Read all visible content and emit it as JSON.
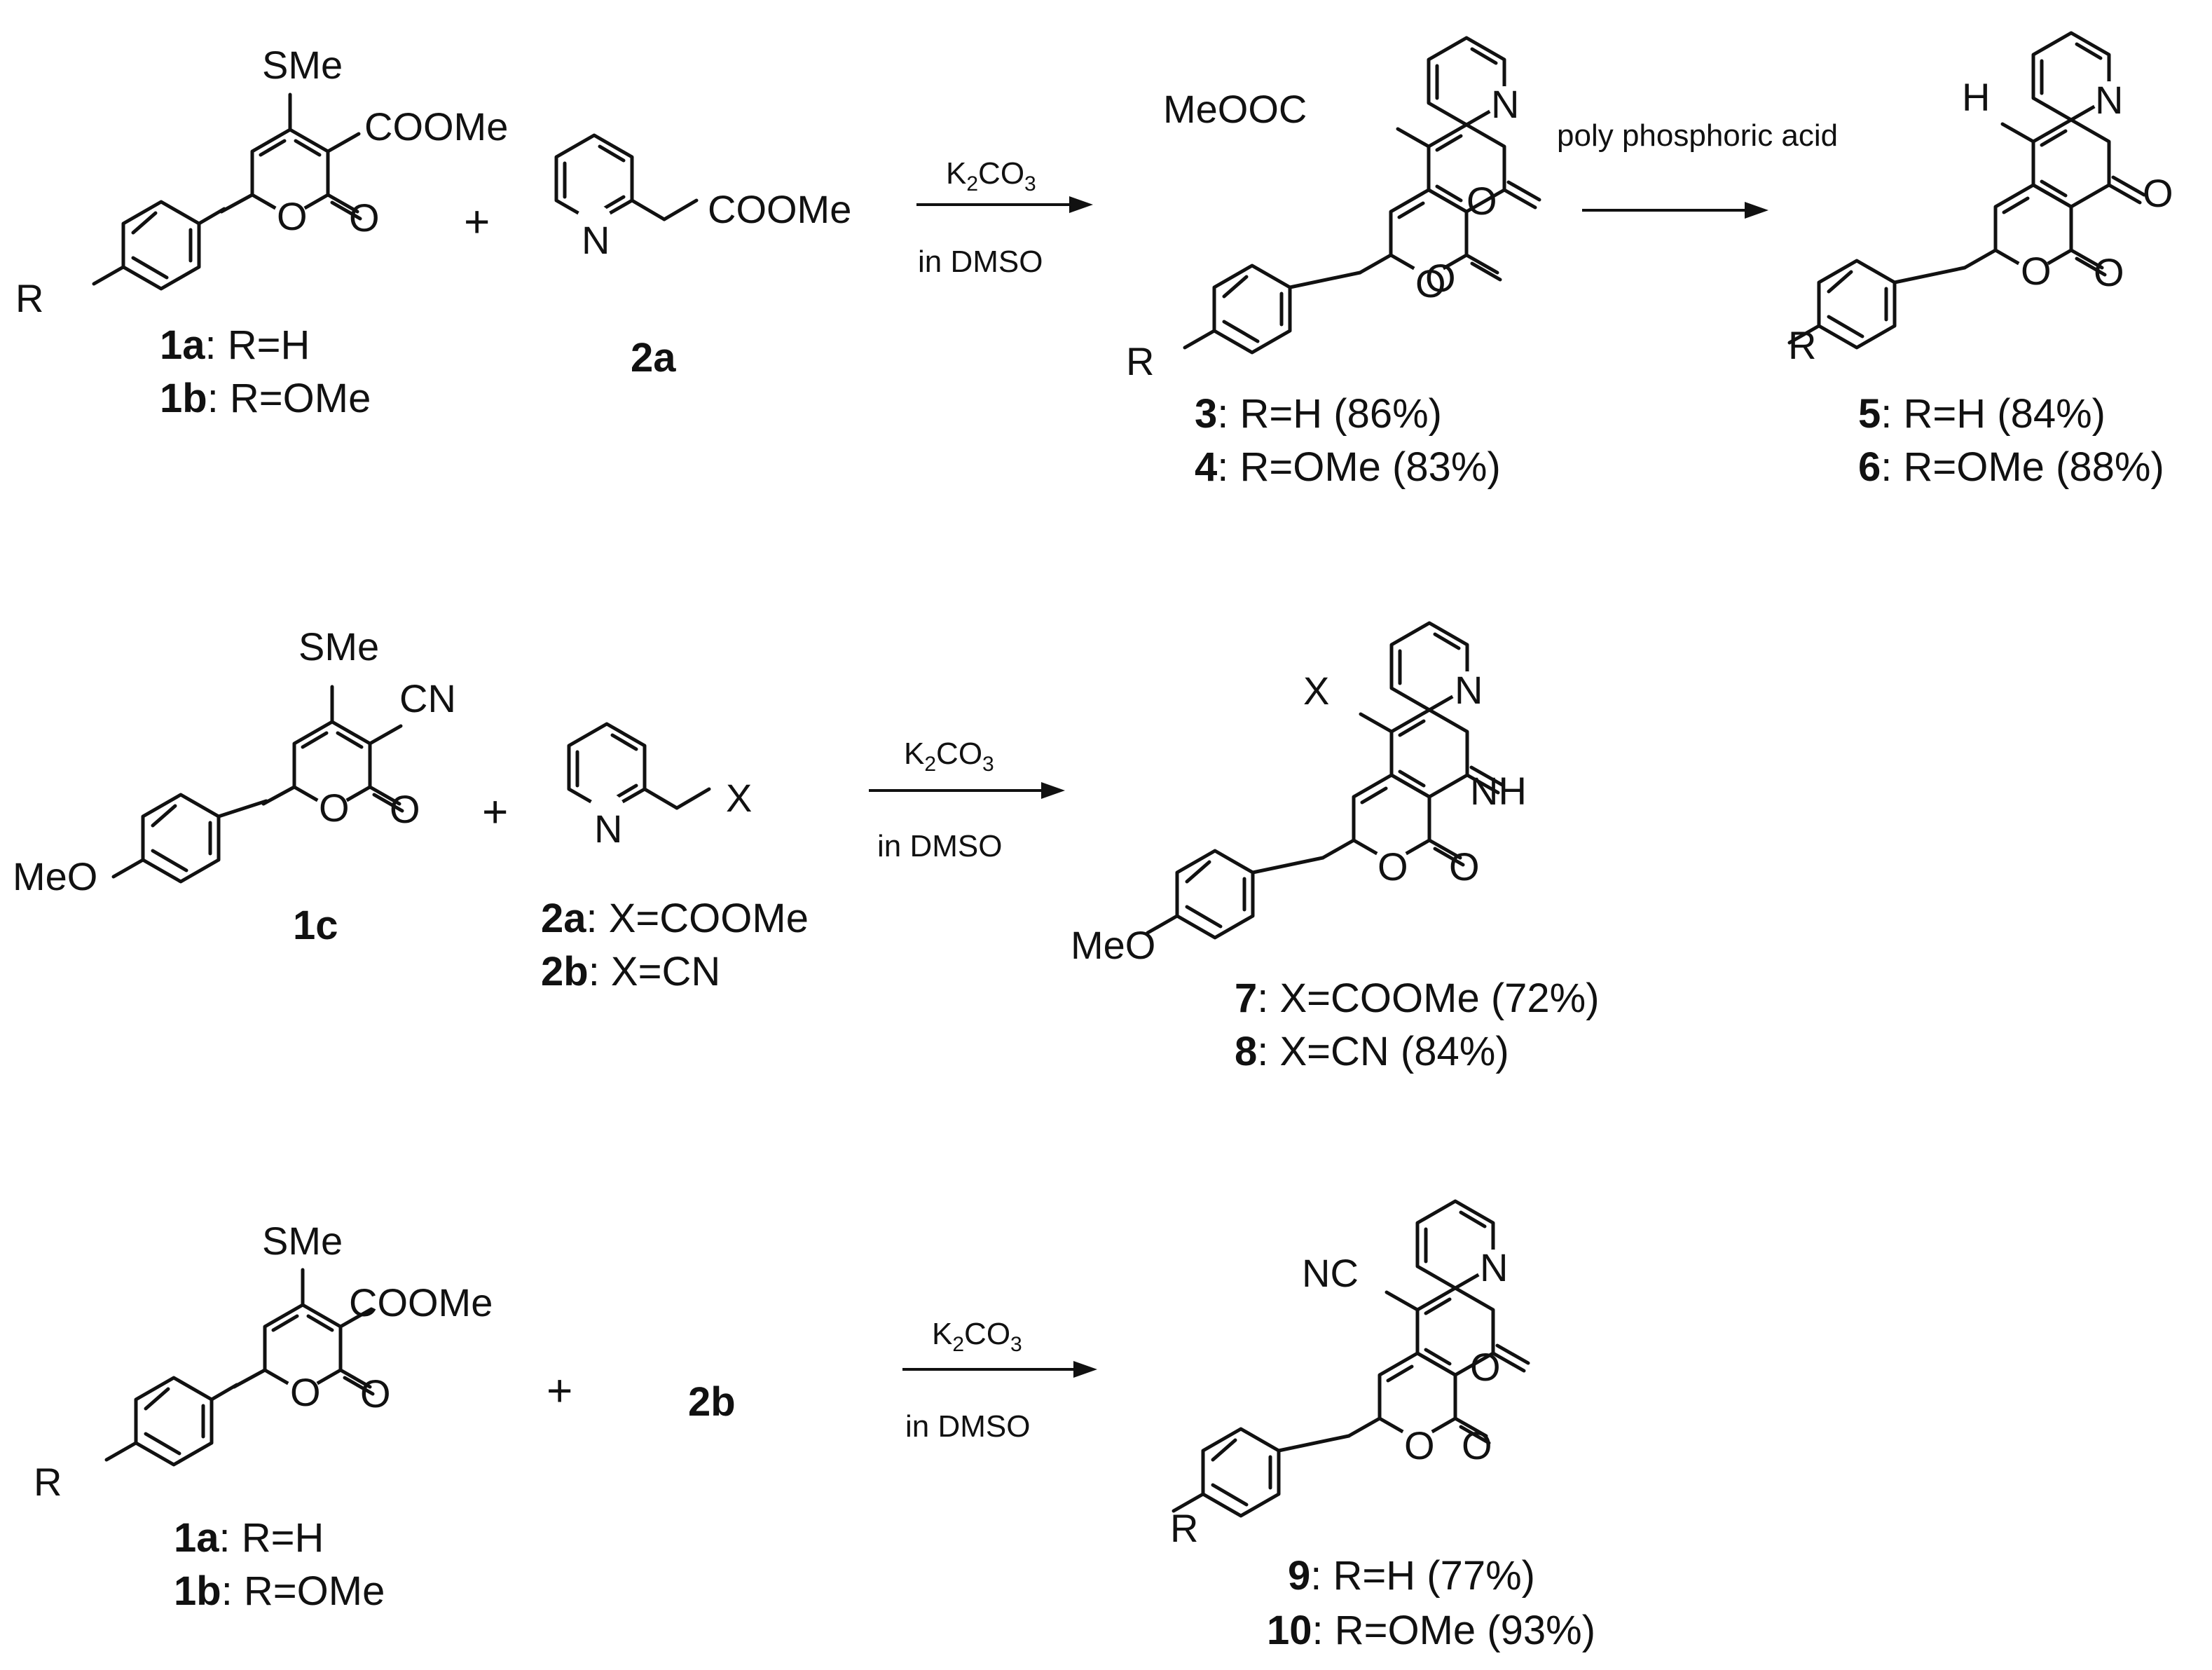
{
  "colors": {
    "ink": "#111111",
    "background": "#ffffff"
  },
  "atoms": {
    "SMe": "SMe",
    "COOMe": "COOMe",
    "O": "O",
    "N": "N",
    "R": "R",
    "MeOOC": "MeOOC",
    "H": "H",
    "X": "X",
    "NH": "NH",
    "MeO": "MeO",
    "CN": "CN",
    "NC": "NC",
    "plus": "+"
  },
  "conditions": {
    "base_k": "K",
    "base_sub2": "2",
    "base_co": "CO",
    "base_sub3": "3",
    "solvent": "in DMSO",
    "acid": "poly phosphoric acid"
  },
  "row1": {
    "reactant1": [
      {
        "id": "1a",
        "rest": ": R=H"
      },
      {
        "id": "1b",
        "rest": ": R=OMe"
      }
    ],
    "reactant2": {
      "id": "2a"
    },
    "product": [
      {
        "id": "3",
        "rest": ": R=H (86%)"
      },
      {
        "id": "4",
        "rest": ": R=OMe (83%)"
      }
    ],
    "product2": [
      {
        "id": "5",
        "rest": ": R=H (84%)"
      },
      {
        "id": "6",
        "rest": ": R=OMe (88%)"
      }
    ]
  },
  "row2": {
    "reactant1": {
      "id": "1c"
    },
    "reactant2": [
      {
        "id": "2a",
        "rest": ": X=COOMe"
      },
      {
        "id": "2b",
        "rest": ": X=CN"
      }
    ],
    "product": [
      {
        "id": "7",
        "rest": ": X=COOMe (72%)"
      },
      {
        "id": "8",
        "rest": ": X=CN (84%)"
      }
    ]
  },
  "row3": {
    "reactant1": [
      {
        "id": "1a",
        "rest": ": R=H"
      },
      {
        "id": "1b",
        "rest": ": R=OMe"
      }
    ],
    "reactant2": {
      "id": "2b"
    },
    "product": [
      {
        "id": "9",
        "rest": ": R=H (77%)"
      },
      {
        "id": "10",
        "rest": ": R=OMe (93%)"
      }
    ]
  }
}
